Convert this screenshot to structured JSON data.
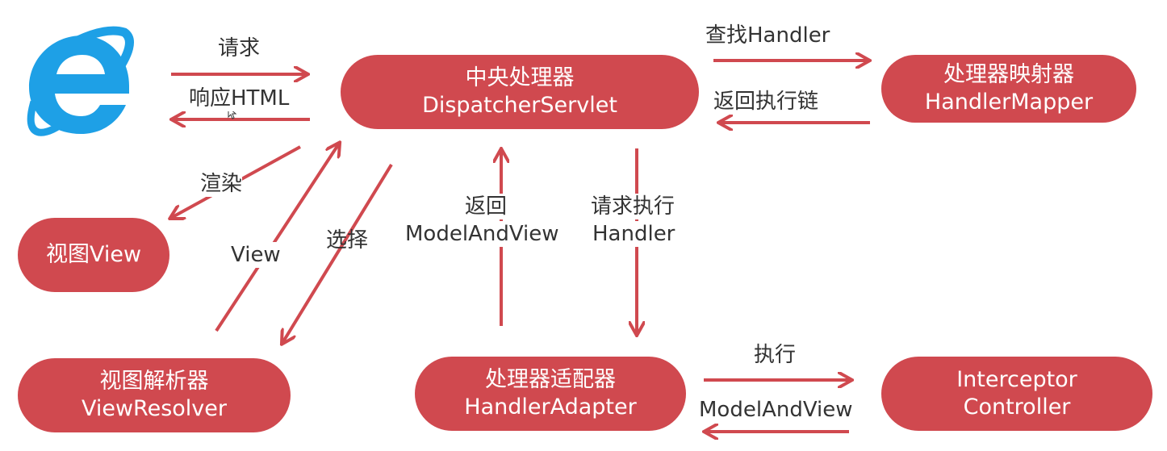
{
  "nodes": {
    "dispatcher": {
      "line1": "中央处理器",
      "line2": "DispatcherServlet"
    },
    "mapper": {
      "line1": "处理器映射器",
      "line2": "HandlerMapper"
    },
    "view": {
      "line1": "视图View"
    },
    "resolver": {
      "line1": "视图解析器",
      "line2": "ViewResolver"
    },
    "adapter": {
      "line1": "处理器适配器",
      "line2": "HandlerAdapter"
    },
    "controller": {
      "line1": "Interceptor",
      "line2": "Controller"
    }
  },
  "edges": {
    "request": "请求",
    "response": "响应HTML",
    "find_handler": "查找Handler",
    "return_chain": "返回执行链",
    "render": "渲染",
    "view": "View",
    "select": "选择",
    "return_mav_1": "返回",
    "return_mav_2": "ModelAndView",
    "exec_handler_1": "请求执行",
    "exec_handler_2": "Handler",
    "execute": "执行",
    "model_and_view": "ModelAndView"
  },
  "icons": {
    "browser": "internet-explorer-icon"
  },
  "colors": {
    "node": "#d0494f",
    "arrow": "#d0494f",
    "text": "#333333",
    "ie_blue": "#1ea0e6"
  }
}
